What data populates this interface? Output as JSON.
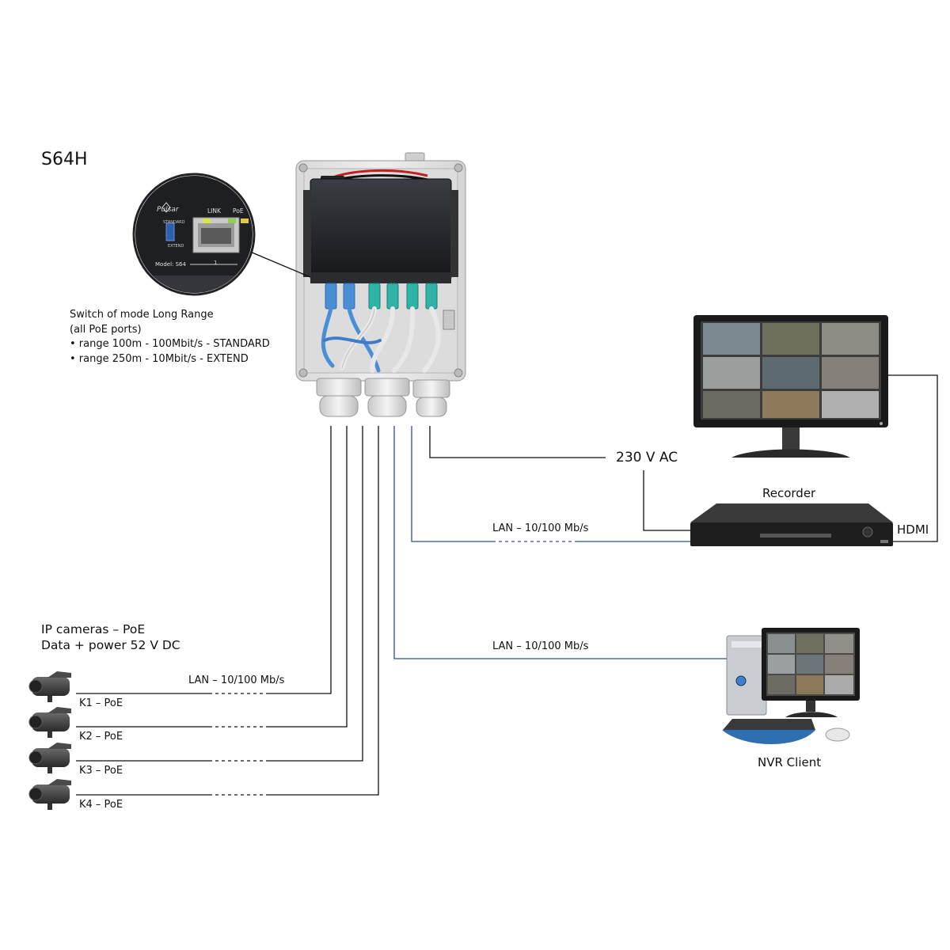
{
  "title": "S64H",
  "mode_note": {
    "lines": [
      "Switch of mode Long Range",
      "(all PoE ports)",
      "• range 100m - 100Mbit/s - STANDARD",
      "• range 250m - 10Mbit/s - EXTEND"
    ]
  },
  "zoom_panel": {
    "brand": "Pulsar",
    "link_label": "LINK",
    "poe_label": "PoE",
    "standard_label": "STANDARD",
    "extend_label": "EXTEND",
    "model_label": "Model: S64",
    "port_number": "1"
  },
  "cameras": {
    "heading_lines": [
      "IP cameras – PoE",
      "Data + power 52 V DC"
    ],
    "link_label": "LAN – 10/100 Mb/s",
    "items": [
      {
        "label": "K1 – PoE"
      },
      {
        "label": "K2 – PoE"
      },
      {
        "label": "K3 – PoE"
      },
      {
        "label": "K4 – PoE"
      }
    ]
  },
  "power": {
    "label": "230 V AC"
  },
  "recorder": {
    "label": "Recorder",
    "link_label": "LAN – 10/100 Mb/s",
    "hdmi_label": "HDMI"
  },
  "nvr_client": {
    "label": "NVR Client",
    "link_label": "LAN – 10/100 Mb/s"
  },
  "colors": {
    "wire": "#111111",
    "lan_wire": "#2a4fa0",
    "enclosure": "#e6e6e6",
    "switch_body": "#2b2f36",
    "rj45_blue": "#4a8fd6",
    "rj45_teal": "#2fb3a6"
  }
}
